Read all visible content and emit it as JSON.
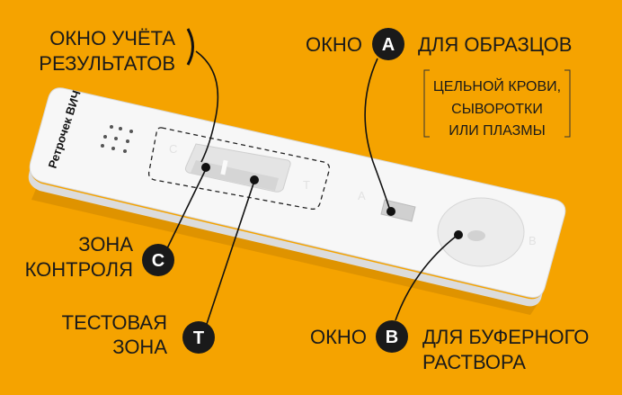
{
  "colors": {
    "background": "#F5A300",
    "cassette": "#f7f7f7",
    "ink": "#1a1a1a"
  },
  "cassette": {
    "brand": "Ретрочек ВИЧ",
    "mark_c": "C",
    "mark_t": "T",
    "mark_a": "A",
    "mark_b": "B"
  },
  "labels": {
    "result_window": [
      "ОКНО УЧЁТА",
      "РЕЗУЛЬТАТОВ"
    ],
    "sample_window": {
      "prefix": "ОКНО",
      "badge": "A",
      "suffix": "ДЛЯ ОБРАЗЦОВ",
      "details": [
        "ЦЕЛЬНОЙ КРОВИ,",
        "СЫВОРОТКИ",
        "ИЛИ ПЛАЗМЫ"
      ]
    },
    "control_zone": {
      "lines": [
        "ЗОНА",
        "КОНТРОЛЯ"
      ],
      "badge": "C"
    },
    "test_zone": {
      "lines": [
        "ТЕСТОВАЯ",
        "ЗОНА"
      ],
      "badge": "T"
    },
    "buffer_window": {
      "prefix": "ОКНО",
      "badge": "B",
      "lines": [
        "ДЛЯ БУФЕРНОГО",
        "РАСТВОРА"
      ]
    }
  }
}
